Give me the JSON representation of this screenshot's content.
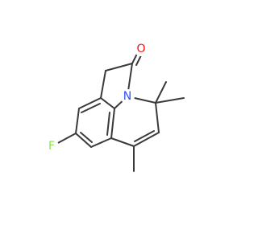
{
  "structure": {
    "background_color": "#ffffff",
    "bond_color": "#3a3a3a",
    "atoms": [
      {
        "id": "O",
        "label": "O",
        "color": "#ff0d0d"
      },
      {
        "id": "N",
        "label": "N",
        "color": "#3050f8"
      },
      {
        "id": "F",
        "label": "F",
        "color": "#90e050"
      }
    ]
  }
}
